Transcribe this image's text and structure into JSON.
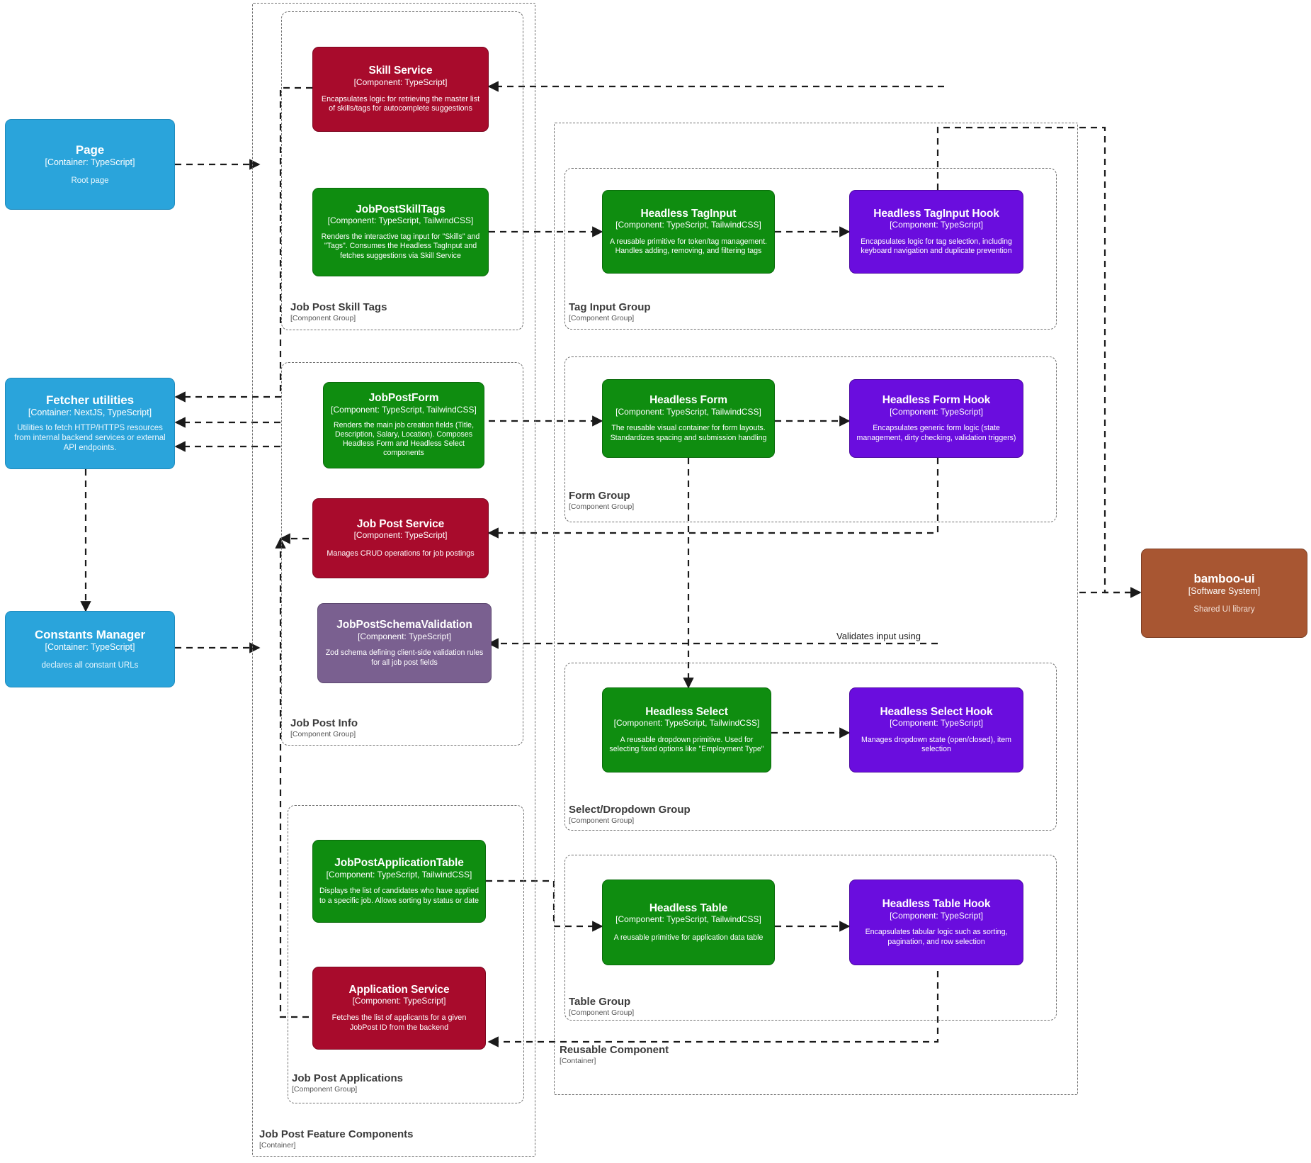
{
  "diagram": {
    "title": "Job Post Feature Components",
    "edge_labels": [
      {
        "id": "validates",
        "text": "Validates input using"
      }
    ]
  },
  "boundaries": [
    {
      "id": "job-post-feature-components",
      "name": "Job Post Feature Components",
      "type": "[Container]"
    },
    {
      "id": "job-post-skill-tags",
      "name": "Job Post Skill Tags",
      "type": "[Component Group]"
    },
    {
      "id": "job-post-info",
      "name": "Job Post Info",
      "type": "[Component Group]"
    },
    {
      "id": "job-post-applications",
      "name": "Job Post Applications",
      "type": "[Component Group]"
    },
    {
      "id": "reusable-component",
      "name": "Reusable Component",
      "type": "[Container]"
    },
    {
      "id": "tag-input-group",
      "name": "Tag Input Group",
      "type": "[Component Group]"
    },
    {
      "id": "form-group",
      "name": "Form Group",
      "type": "[Component Group]"
    },
    {
      "id": "select-dropdown-group",
      "name": "Select/Dropdown Group",
      "type": "[Component Group]"
    },
    {
      "id": "table-group",
      "name": "Table Group",
      "type": "[Component Group]"
    }
  ],
  "nodes": {
    "page": {
      "title": "Page",
      "tech": "[Container: TypeScript]",
      "desc": "Root page",
      "color": "#2aa4db"
    },
    "fetcher_utilities": {
      "title": "Fetcher utilities",
      "tech": "[Container: NextJS, TypeScript]",
      "desc": "Utilities to fetch HTTP/HTTPS resources from internal backend services or external API endpoints.",
      "color": "#2aa4db"
    },
    "constants_manager": {
      "title": "Constants Manager",
      "tech": "[Container: TypeScript]",
      "desc": "declares all constant URLs",
      "color": "#2aa4db"
    },
    "skill_service": {
      "title": "Skill Service",
      "tech": "[Component: TypeScript]",
      "desc": "Encapsulates logic for retrieving the master list of skills/tags for autocomplete suggestions",
      "color": "#a80b2c"
    },
    "job_post_skill_tags": {
      "title": "JobPostSkillTags",
      "tech": "[Component: TypeScript, TailwindCSS]",
      "desc": "Renders the interactive tag input for \"Skills\" and \"Tags\". Consumes the Headless TagInput and fetches suggestions via Skill Service",
      "color": "#0f8d10"
    },
    "job_post_form": {
      "title": "JobPostForm",
      "tech": "[Component: TypeScript, TailwindCSS]",
      "desc": "Renders the main job creation fields (Title, Description, Salary, Location). Composes Headless Form and Headless Select components",
      "color": "#0f8d10"
    },
    "job_post_service": {
      "title": "Job Post Service",
      "tech": "[Component: TypeScript]",
      "desc": "Manages CRUD operations for job postings",
      "color": "#a80b2c"
    },
    "job_post_schema_validation": {
      "title": "JobPostSchemaValidation",
      "tech": "[Component: TypeScript]",
      "desc": "Zod schema defining client-side validation rules for all job post fields",
      "color": "#7a6090"
    },
    "job_post_application_table": {
      "title": "JobPostApplicationTable",
      "tech": "[Component: TypeScript, TailwindCSS]",
      "desc": "Displays the list of candidates who have applied to a specific job. Allows sorting by status or date",
      "color": "#0f8d10"
    },
    "application_service": {
      "title": "Application Service",
      "tech": "[Component: TypeScript]",
      "desc": "Fetches the list of applicants for a given JobPost ID from the backend",
      "color": "#a80b2c"
    },
    "headless_taginput": {
      "title": "Headless TagInput",
      "tech": "[Component: TypeScript, TailwindCSS]",
      "desc": "A reusable primitive for token/tag management. Handles adding, removing, and filtering tags",
      "color": "#0f8d10"
    },
    "headless_taginput_hook": {
      "title": "Headless TagInput Hook",
      "tech": "[Component: TypeScript]",
      "desc": "Encapsulates logic for tag selection, including keyboard navigation and duplicate prevention",
      "color": "#6a0dde"
    },
    "headless_form": {
      "title": "Headless Form",
      "tech": "[Component: TypeScript, TailwindCSS]",
      "desc": "The reusable visual container for form layouts. Standardizes spacing and submission handling",
      "color": "#0f8d10"
    },
    "headless_form_hook": {
      "title": "Headless Form Hook",
      "tech": "[Component: TypeScript]",
      "desc": "Encapsulates generic form logic (state management, dirty checking, validation triggers)",
      "color": "#6a0dde"
    },
    "headless_select": {
      "title": "Headless Select",
      "tech": "[Component: TypeScript, TailwindCSS]",
      "desc": "A reusable dropdown primitive. Used for selecting fixed options like \"Employment Type\"",
      "color": "#0f8d10"
    },
    "headless_select_hook": {
      "title": "Headless Select Hook",
      "tech": "[Component: TypeScript]",
      "desc": "Manages dropdown state (open/closed), item selection",
      "color": "#6a0dde"
    },
    "headless_table": {
      "title": "Headless Table",
      "tech": "[Component: TypeScript, TailwindCSS]",
      "desc": "A reusable primitive for application data table",
      "color": "#0f8d10"
    },
    "headless_table_hook": {
      "title": "Headless Table Hook",
      "tech": "[Component: TypeScript]",
      "desc": "Encapsulates tabular logic such as sorting, pagination, and row selection",
      "color": "#6a0dde"
    },
    "bamboo_ui": {
      "title": "bamboo-ui",
      "tech": "[Software System]",
      "desc": "Shared UI library",
      "color": "#a85632"
    }
  }
}
